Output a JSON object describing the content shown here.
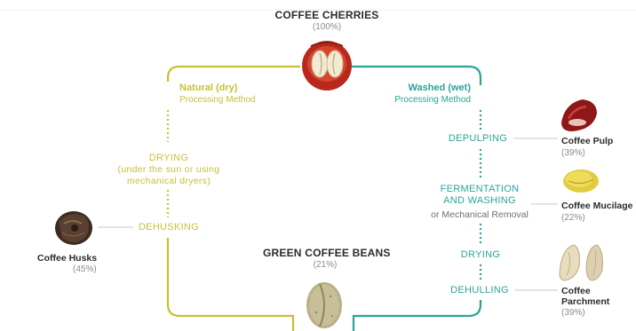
{
  "root": {
    "title": "COFFEE CHERRIES",
    "percent": "(100%)"
  },
  "natural": {
    "name": "Natural (dry)",
    "subtitle": "Processing Method"
  },
  "washed": {
    "name": "Washed (wet)",
    "subtitle": "Processing Method"
  },
  "natural_steps": {
    "drying_line1": "DRYING",
    "drying_line2": "(under the sun or using",
    "drying_line3": "mechanical dryers)",
    "dehusking": "DEHUSKING"
  },
  "washed_steps": {
    "depulping": "DEPULPING",
    "fermentation_line1": "FERMENTATION",
    "fermentation_line2": "AND WASHING",
    "mechanical_removal": "or Mechanical Removal",
    "drying": "DRYING",
    "dehulling": "DEHULLING"
  },
  "green_beans": {
    "title": "GREEN COFFEE BEANS",
    "percent": "(21%)"
  },
  "byproducts": {
    "husks": {
      "name": "Coffee Husks",
      "percent": "(45%)"
    },
    "pulp": {
      "name": "Coffee Pulp",
      "percent": "(39%)"
    },
    "mucilage": {
      "name": "Coffee Mucilage",
      "percent": "(22%)"
    },
    "parchment": {
      "name_line1": "Coffee",
      "name_line2": "Parchment",
      "percent": "(39%)"
    }
  },
  "colors": {
    "natural": "#c9bf35",
    "washed": "#2aa39a",
    "connector": "#c8c8c8"
  },
  "icons": [
    "coffee-cherry-icon",
    "green-bean-icon",
    "coffee-husk-icon",
    "coffee-pulp-icon",
    "coffee-mucilage-icon",
    "coffee-parchment-icon"
  ]
}
